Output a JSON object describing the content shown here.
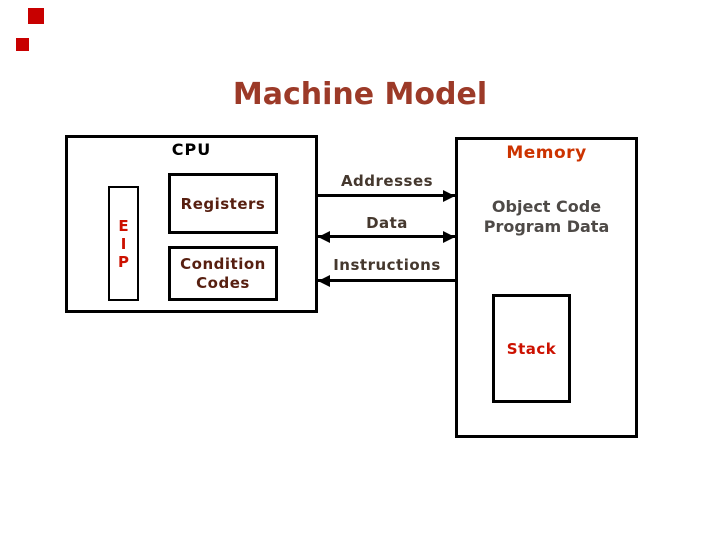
{
  "slide": {
    "title": "Machine Model",
    "cpu": {
      "label": "CPU",
      "eip_letters": [
        "E",
        "I",
        "P"
      ],
      "registers_label": "Registers",
      "condition_lines": [
        "Condition",
        "Codes"
      ]
    },
    "buses": [
      {
        "label": "Addresses",
        "direction": "cpu-to-memory"
      },
      {
        "label": "Data",
        "direction": "bidirectional"
      },
      {
        "label": "Instructions",
        "direction": "memory-to-cpu"
      }
    ],
    "memory": {
      "label": "Memory",
      "content_lines": [
        "Object Code",
        "Program Data"
      ],
      "stack_label": "Stack"
    },
    "colors": {
      "background": "#ffffff",
      "box_border": "#000000",
      "title_text": "#9c3a28",
      "cpu_label": "#000000",
      "eip_text": "#cc1100",
      "registers_text": "#571f10",
      "condition_codes_text": "#571f10",
      "memory_label": "#cc3300",
      "memory_contents_text": "#4e4a47",
      "stack_text": "#cc1100",
      "bus_label_text": "#45382e",
      "decoration_squares": "#c80000"
    }
  }
}
